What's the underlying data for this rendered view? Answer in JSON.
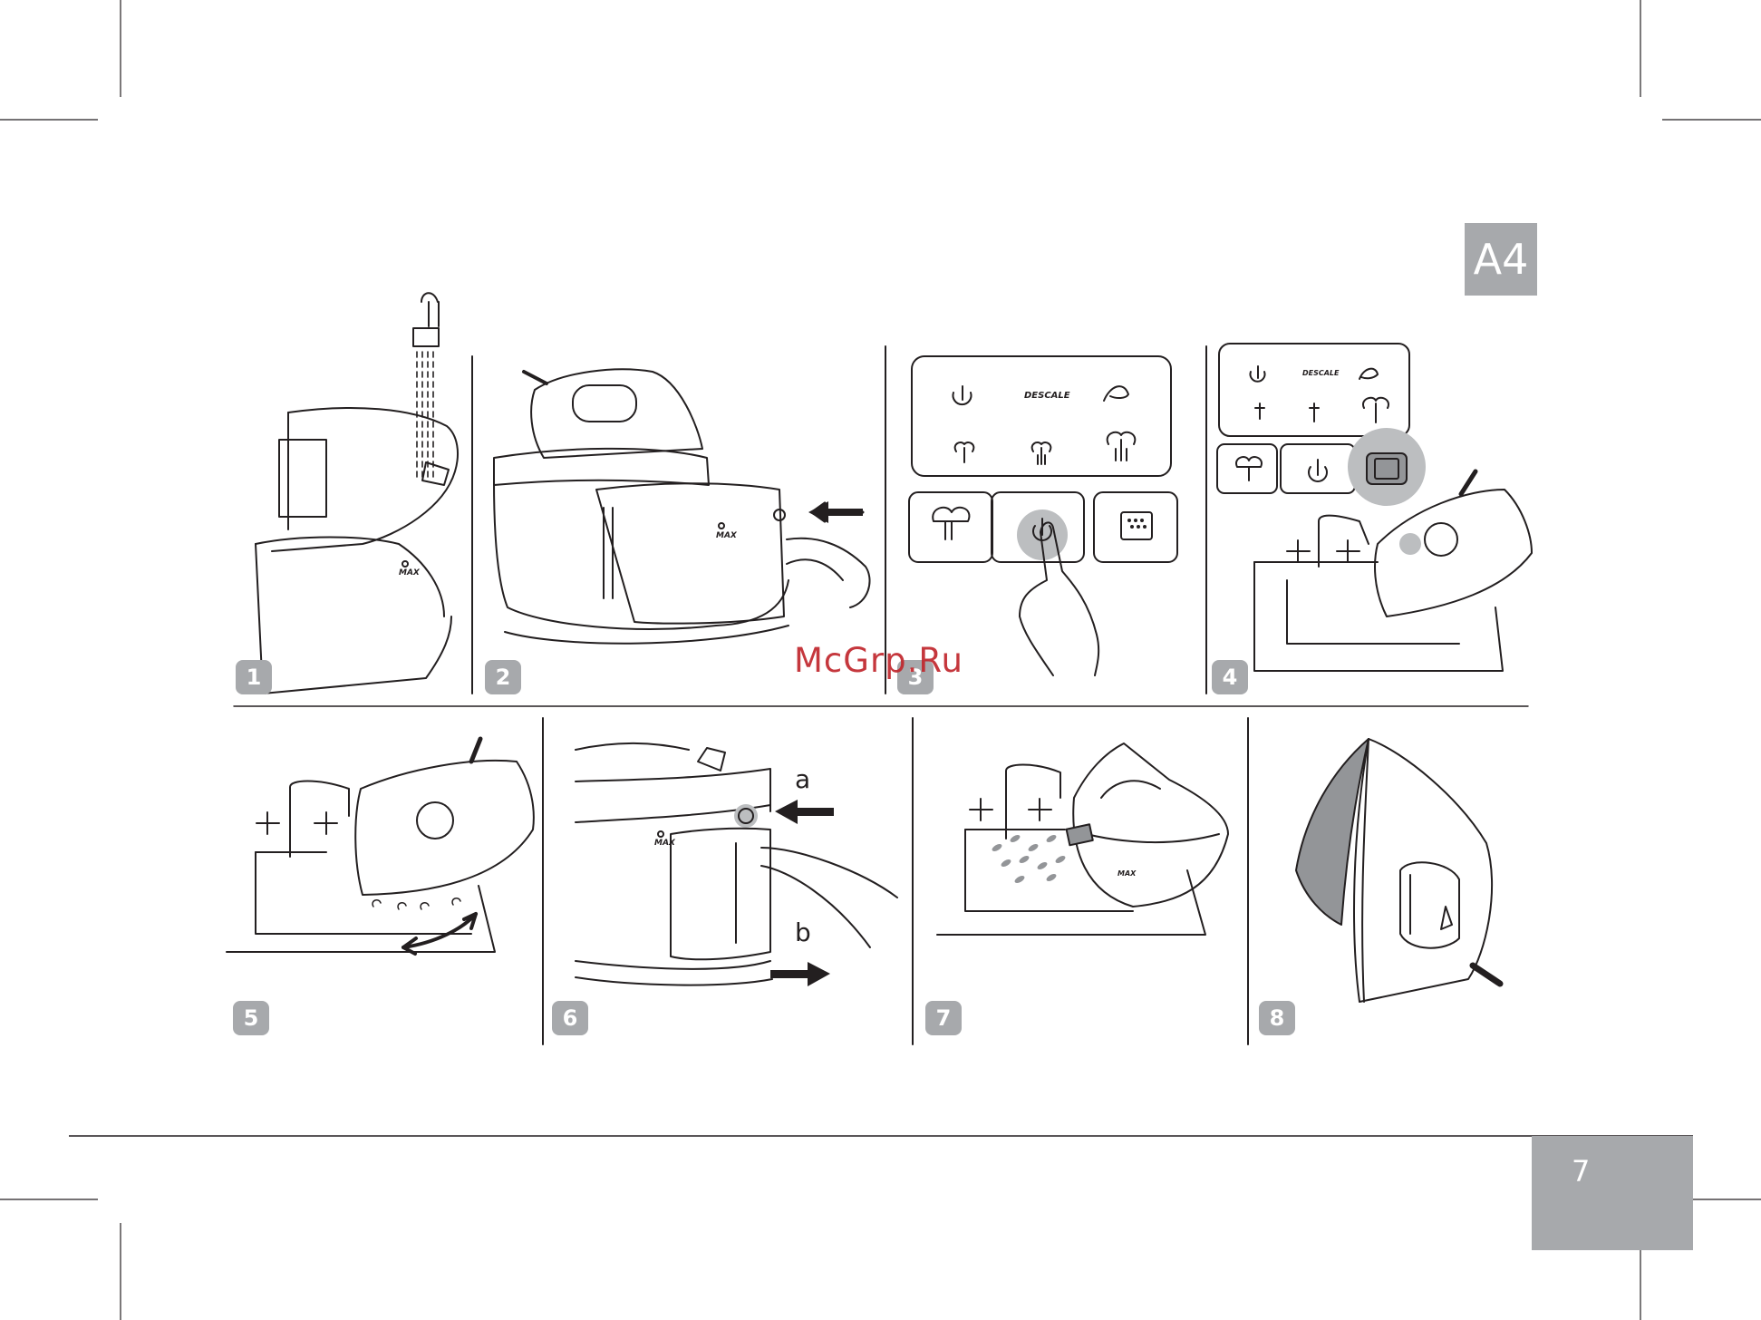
{
  "section_tab": "A4",
  "page_number": "7",
  "watermark": "McGrp.Ru",
  "steps": [
    "1",
    "2",
    "3",
    "4",
    "5",
    "6",
    "7",
    "8"
  ],
  "panel3": {
    "descale_label": "DESCALE"
  },
  "panel4": {
    "descale_label": "DESCALE"
  },
  "panel6": {
    "label_a": "a",
    "label_b": "b"
  },
  "tank_labels": {
    "max": "MAX"
  },
  "colors": {
    "line": "#231f20",
    "badge": "#a7a9ac",
    "tab": "#a7a9ac",
    "highlight": "#bcbec0",
    "water": "#939598",
    "watermark": "#c1272d"
  },
  "icons": [
    "power-icon",
    "descale-icon",
    "steam-icon",
    "eco-steam-icon",
    "max-steam-icon",
    "arrow-left-icon",
    "arrow-right-icon",
    "tap-icon",
    "iron-icon"
  ]
}
